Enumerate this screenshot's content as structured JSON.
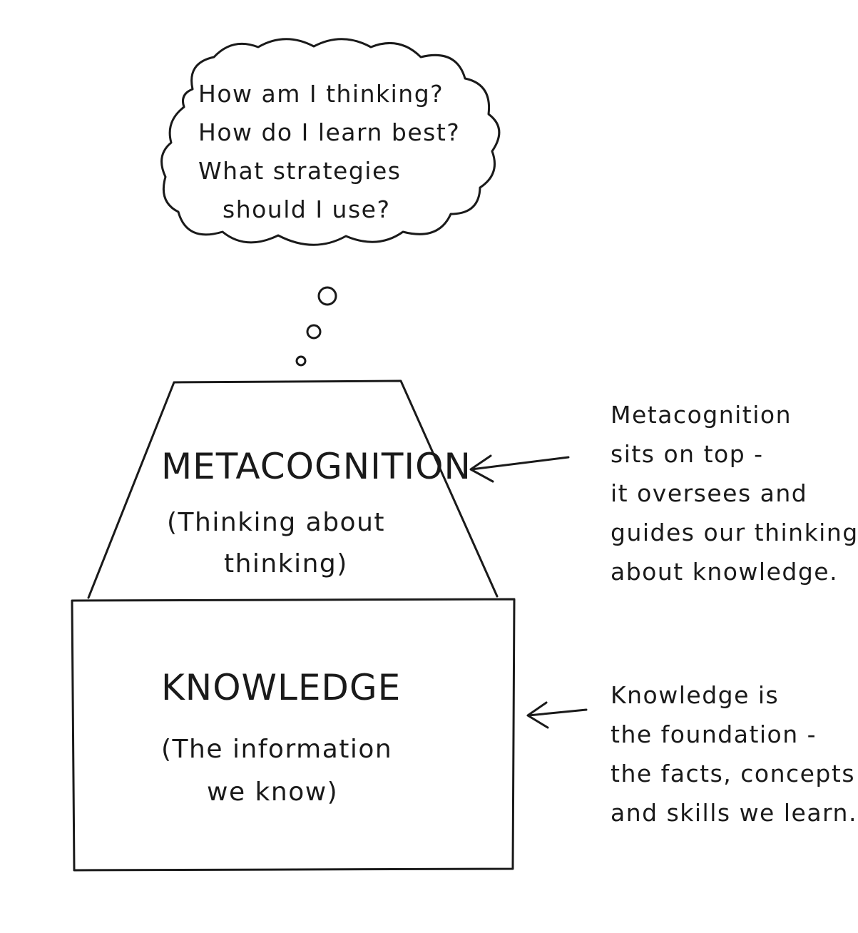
{
  "thought_cloud": {
    "lines": [
      "How am I thinking?",
      "How do I learn best?",
      "What strategies",
      "should I use?"
    ]
  },
  "metacognition_block": {
    "title": "METACOGNITION",
    "subtitle_line1": "(Thinking about",
    "subtitle_line2": "thinking)"
  },
  "knowledge_block": {
    "title": "KNOWLEDGE",
    "subtitle_line1": "(The information",
    "subtitle_line2": "we know)"
  },
  "metacognition_note": {
    "lines": [
      "Metacognition",
      "sits on top -",
      "it oversees and",
      "guides our thinking",
      "about knowledge."
    ]
  },
  "knowledge_note": {
    "lines": [
      "Knowledge is",
      "the foundation -",
      "the facts, concepts",
      "and skills we learn."
    ]
  },
  "colors": {
    "ink": "#1a1a1a",
    "paper": "#ffffff"
  }
}
